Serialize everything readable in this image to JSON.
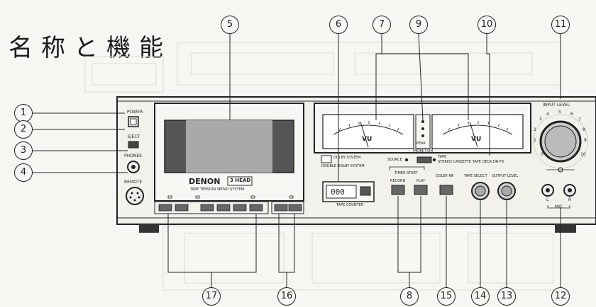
{
  "title": "名称と機能",
  "callouts": [
    "1",
    "2",
    "3",
    "4",
    "5",
    "6",
    "7",
    "8",
    "9",
    "10",
    "11",
    "12",
    "13",
    "14",
    "15",
    "16",
    "17"
  ],
  "panel": {
    "power": "POWER",
    "eject": "EJECT",
    "phones": "PHONES",
    "remote": "REMOTE",
    "brand": "DENON",
    "head": "3 HEAD",
    "tape_tension": "TAPE TENSION SERVO SYSTEM",
    "vu_left": "VU",
    "vu_right": "VU",
    "peak": "PEAK",
    "monitor": "MONITOR",
    "source": "SOURCE",
    "tape": "TAPE",
    "deck_model": "STEREO CASSETTE TAPE DECK DR-F8",
    "dolby_line1": "DOLBY SYSTEM",
    "dolby_line2": "DOUBLE DOLBY SYSTEM",
    "tape_counter": "TAPE COUNTER",
    "timer_start": "TIMER START",
    "record": "RECORD",
    "play": "PLAY",
    "dolby_nr": "DOLBY NR",
    "tape_select": "TAPE SELECT",
    "output_level": "OUTPUT LEVEL",
    "input_level": "INPUT LEVEL",
    "l": "L",
    "r": "R",
    "mic": "MIC"
  }
}
